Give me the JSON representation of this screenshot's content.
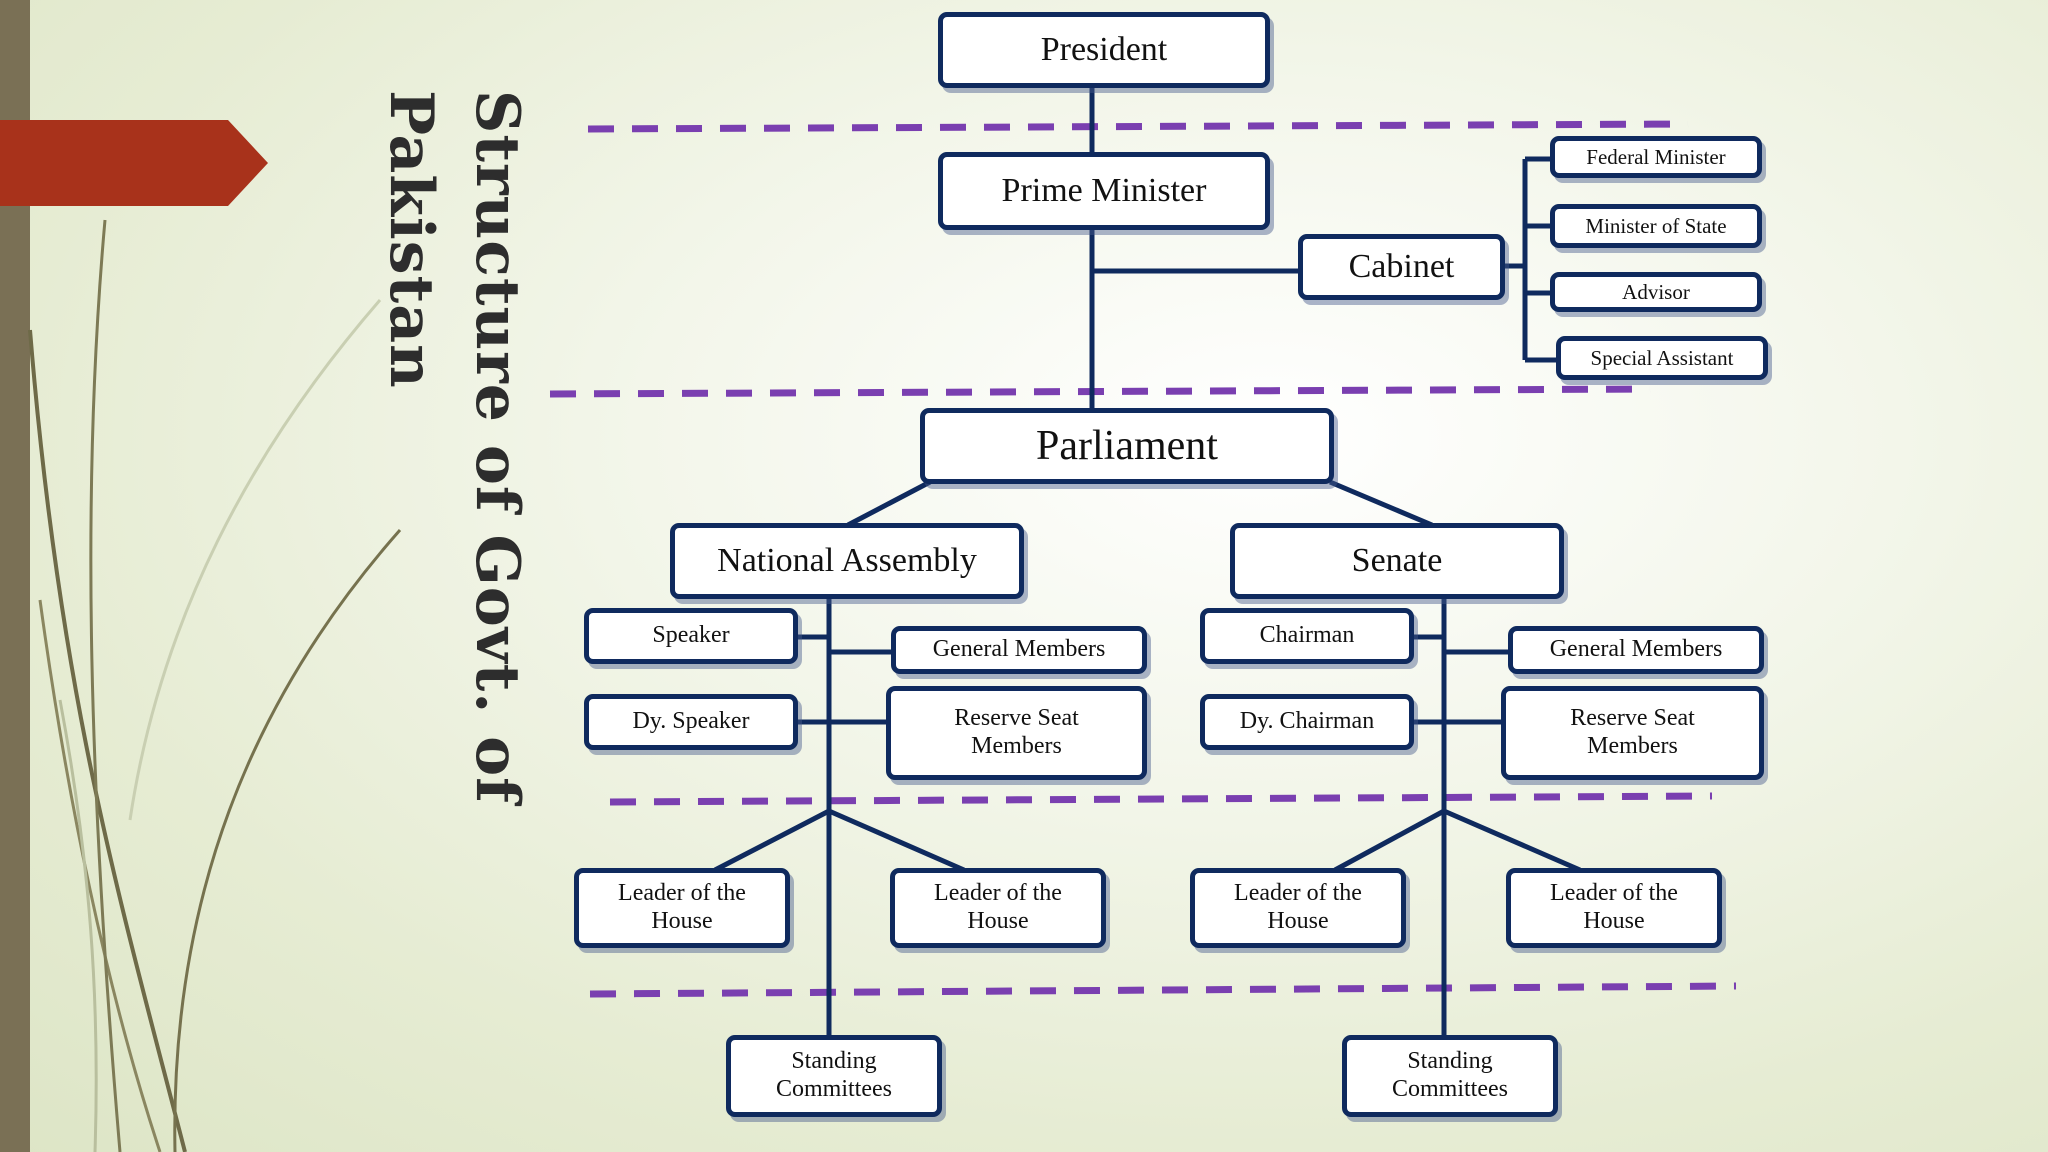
{
  "title": {
    "line1": "Structure of Govt. of",
    "line2": "Pakistan"
  },
  "colors": {
    "box_border": "#0f2a5e",
    "connector": "#0f2a5e",
    "divider": "#7a3fb0",
    "accent_arrow": "#a8321b",
    "left_bar": "#7a7055"
  },
  "nodes": {
    "president": "President",
    "prime_minister": "Prime Minister",
    "cabinet": "Cabinet",
    "federal_minister": "Federal Minister",
    "minister_of_state": "Minister of State",
    "advisor": "Advisor",
    "special_assistant": "Special Assistant",
    "parliament": "Parliament",
    "national_assembly": "National Assembly",
    "senate": "Senate",
    "na_speaker": "Speaker",
    "na_dy_speaker": "Dy. Speaker",
    "na_general_members": "General Members",
    "na_reserve_seat_members": "Reserve Seat Members",
    "senate_chairman": "Chairman",
    "senate_dy_chairman": "Dy. Chairman",
    "senate_general_members": "General Members",
    "senate_reserve_seat_members": "Reserve Seat Members",
    "na_leader_left": "Leader of the House",
    "na_leader_right": "Leader of the House",
    "senate_leader_left": "Leader of the House",
    "senate_leader_right": "Leader of the House",
    "na_standing_committees": "Standing Committees",
    "senate_standing_committees": "Standing Committees"
  }
}
